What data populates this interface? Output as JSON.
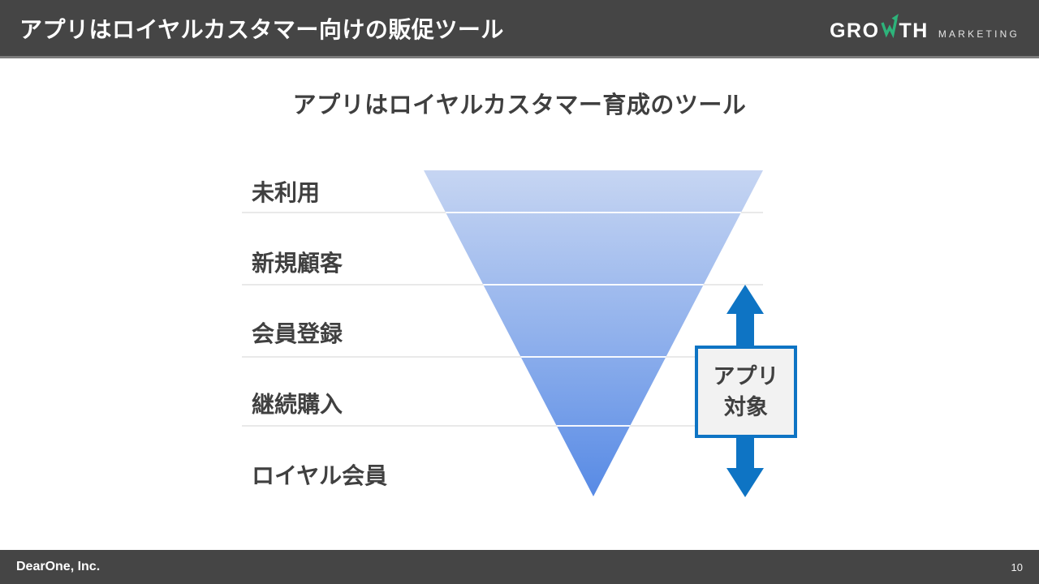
{
  "slide": {
    "header": {
      "title": "アプリはロイヤルカスタマー向けの販促ツール",
      "logo": {
        "part1": "GRO",
        "part2": "TH",
        "sub": "MARKETING",
        "arrow_color": "#2db37a"
      },
      "background_color": "#454545"
    },
    "main": {
      "title": "アプリはロイヤルカスタマー育成のツール"
    },
    "funnel": {
      "type": "inverted-funnel",
      "stages": [
        "未利用",
        "新規顧客",
        "会員登録",
        "継続購入",
        "ロイヤル会員"
      ],
      "gradient_top_color": "#c6d5f2",
      "gradient_bottom_color": "#578ae5"
    },
    "annotation": {
      "line1": "アプリ",
      "line2": "対象",
      "arrow_color": "#0e74c4",
      "box_fill": "#f2f2f2",
      "box_border": "#0e74c4"
    },
    "footer": {
      "company": "DearOne, Inc.",
      "page_number": "10"
    }
  }
}
